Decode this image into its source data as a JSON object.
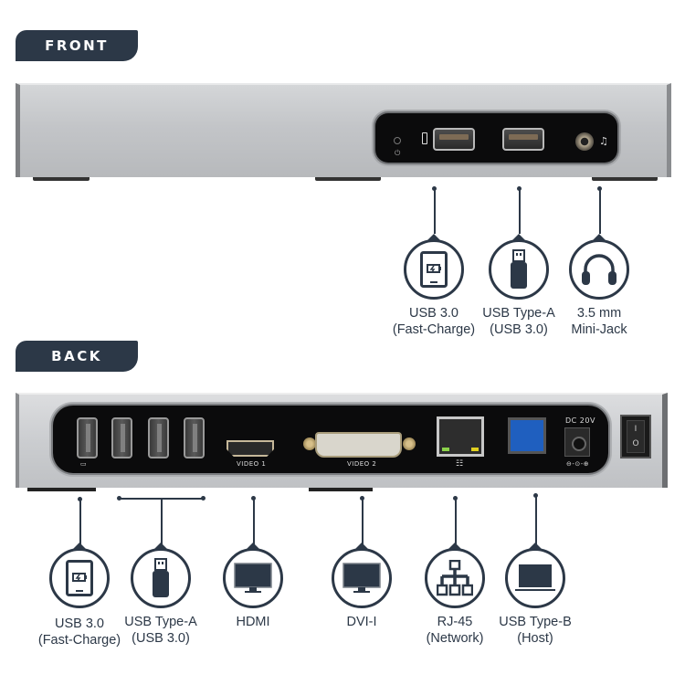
{
  "sections": {
    "front": {
      "title": "FRONT"
    },
    "back": {
      "title": "BACK"
    }
  },
  "front": {
    "callouts": [
      {
        "icon": "tablet-charge-icon",
        "line1": "USB 3.0",
        "line2": "(Fast-Charge)"
      },
      {
        "icon": "usb-flash-drive-icon",
        "line1": "USB Type-A",
        "line2": "(USB 3.0)"
      },
      {
        "icon": "headphones-icon",
        "line1": "3.5 mm",
        "line2": "Mini-Jack"
      }
    ]
  },
  "back": {
    "port_labels": {
      "video1": "VIDEO 1",
      "video2": "VIDEO 2",
      "dc": "DC 20V",
      "network_symbol": "☷",
      "switch_on": "I",
      "switch_off": "O"
    },
    "callouts": [
      {
        "icon": "tablet-charge-icon",
        "line1": "USB 3.0",
        "line2": "(Fast-Charge)"
      },
      {
        "icon": "usb-flash-drive-icon",
        "line1": "USB Type-A",
        "line2": "(USB 3.0)"
      },
      {
        "icon": "monitor-icon",
        "line1": "HDMI",
        "line2": ""
      },
      {
        "icon": "monitor-icon",
        "line1": "DVI-I",
        "line2": ""
      },
      {
        "icon": "network-icon",
        "line1": "RJ-45",
        "line2": "(Network)"
      },
      {
        "icon": "laptop-icon",
        "line1": "USB Type-B",
        "line2": "(Host)"
      }
    ]
  },
  "colors": {
    "navy": "#2c3847",
    "silver": "#c3c5c8",
    "panel_black": "#0b0b0c",
    "usb_b_blue": "#1f5fbf"
  }
}
